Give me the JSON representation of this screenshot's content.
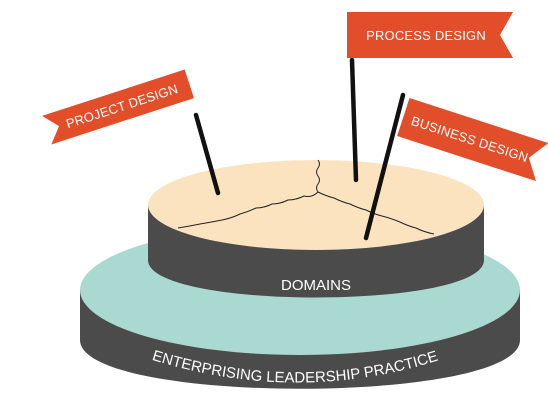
{
  "colors": {
    "flag": "#e34e2a",
    "pole": "#111111",
    "dark_tier": "#4b4b4b",
    "teal_tier_top": "#a9d9d0",
    "tan_tier_top": "#fbe3c0",
    "divider": "#222222"
  },
  "flags": {
    "project": {
      "label": "PROJECT DESIGN"
    },
    "process": {
      "label": "PROCESS DESIGN"
    },
    "business": {
      "label": "BUSINESS DESIGN"
    }
  },
  "tiers": {
    "upper": {
      "label": "DOMAINS"
    },
    "lower": {
      "label": "ENTERPRISING LEADERSHIP PRACTICE"
    }
  }
}
